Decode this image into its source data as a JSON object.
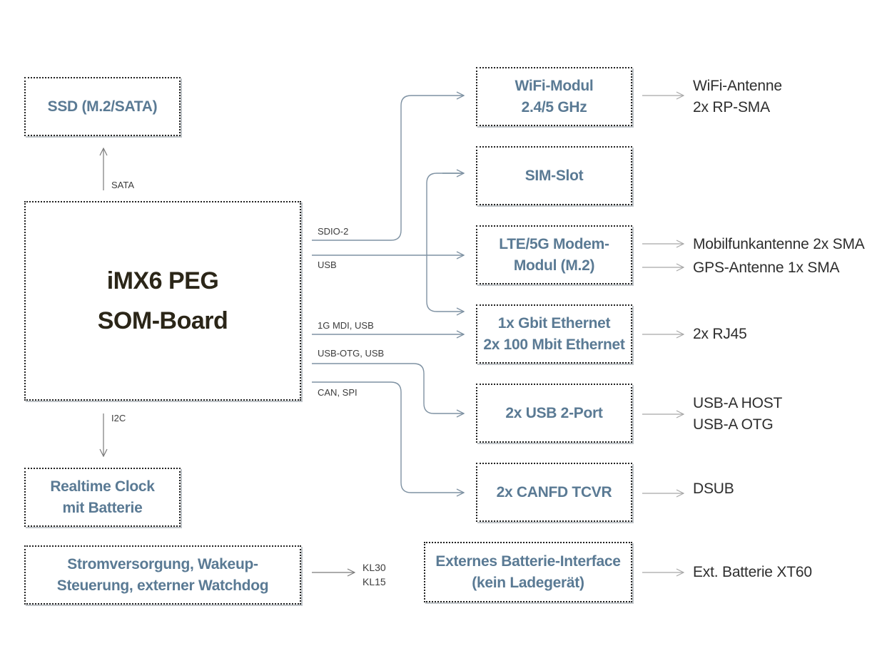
{
  "diagram": {
    "main_block": {
      "label": "iMX6 PEG\nSOM-Board"
    },
    "blocks": {
      "ssd": "SSD (M.2/SATA)",
      "rtc": "Realtime Clock\nmit Batterie",
      "power": "Stromversorgung, Wakeup-\nSteuerung, externer Watchdog",
      "wifi": "WiFi-Modul\n2.4/5 GHz",
      "sim": "SIM-Slot",
      "modem": "LTE/5G Modem-\nModul (M.2)",
      "ethernet": "1x Gbit Ethernet\n2x 100 Mbit Ethernet",
      "usb": "2x USB 2-Port",
      "canfd": "2x CANFD TCVR",
      "battery_if": "Externes Batterie-Interface\n(kein Ladegerät)"
    },
    "signals": {
      "sata": "SATA",
      "i2c": "I2C",
      "sdio": "SDIO-2",
      "usb": "USB",
      "mdi": "1G MDI, USB",
      "usb_otg": "USB-OTG, USB",
      "can_spi": "CAN, SPI",
      "kl": "KL30\nKL15"
    },
    "external": {
      "wifi_antenna": "WiFi-Antenne\n2x RP-SMA",
      "mobile_antenna": "Mobilfunkantenne 2x SMA",
      "gps_antenna": "GPS-Antenne 1x SMA",
      "rj45": "2x RJ45",
      "usb_ports": "USB-A HOST\nUSB-A OTG",
      "dsub": "DSUB",
      "xt60": "Ext. Batterie XT60"
    },
    "colors": {
      "block_text": "#5a7a94",
      "main_text": "#2b2618",
      "connector": "#7f92a3",
      "border": "#222222"
    }
  }
}
